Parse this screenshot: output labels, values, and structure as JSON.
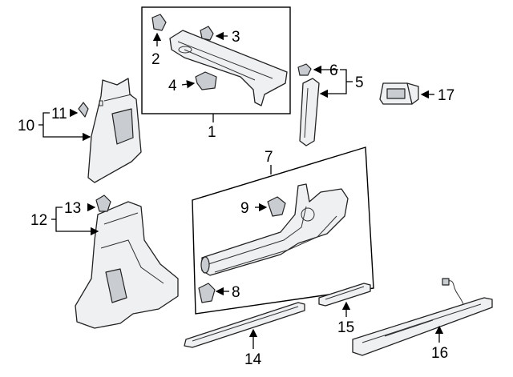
{
  "diagram": {
    "callouts": {
      "c1": "1",
      "c2": "2",
      "c3": "3",
      "c4": "4",
      "c5": "5",
      "c6": "6",
      "c7": "7",
      "c8": "8",
      "c9": "9",
      "c10": "10",
      "c11": "11",
      "c12": "12",
      "c13": "13",
      "c14": "14",
      "c15": "15",
      "c16": "16",
      "c17": "17"
    },
    "parts": [
      {
        "callout": "1",
        "icon": "a-pillar-trim-group-box"
      },
      {
        "callout": "2",
        "icon": "clip-icon"
      },
      {
        "callout": "3",
        "icon": "clip-icon"
      },
      {
        "callout": "4",
        "icon": "clip-icon"
      },
      {
        "callout": "5",
        "icon": "b-pillar-trim-icon"
      },
      {
        "callout": "6",
        "icon": "clip-icon"
      },
      {
        "callout": "7",
        "icon": "scuff-plate-group-box"
      },
      {
        "callout": "8",
        "icon": "clip-icon"
      },
      {
        "callout": "9",
        "icon": "clip-icon"
      },
      {
        "callout": "10",
        "icon": "upper-quarter-trim-icon"
      },
      {
        "callout": "11",
        "icon": "clip-icon"
      },
      {
        "callout": "12",
        "icon": "lower-quarter-trim-icon"
      },
      {
        "callout": "13",
        "icon": "clip-icon"
      },
      {
        "callout": "14",
        "icon": "sill-plate-icon"
      },
      {
        "callout": "15",
        "icon": "sill-plate-small-icon"
      },
      {
        "callout": "16",
        "icon": "illuminated-sill-plate-icon"
      },
      {
        "callout": "17",
        "icon": "vent-grille-icon"
      }
    ],
    "colors": {
      "line": "#000000",
      "part_fill": "#eef0f2",
      "part_shade": "#c9cdd2"
    }
  }
}
